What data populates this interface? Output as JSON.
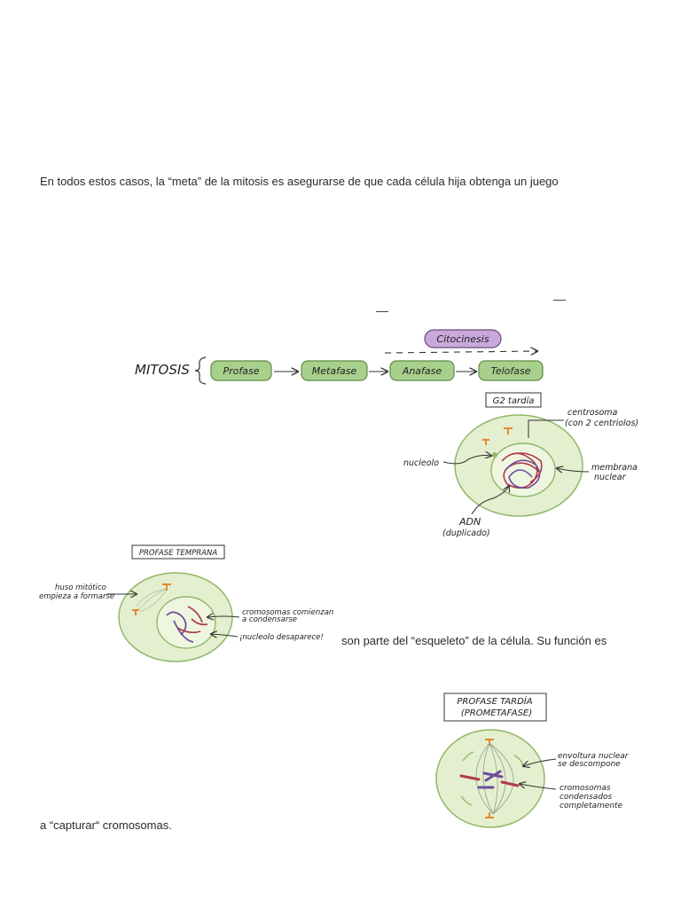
{
  "text": {
    "p1": "En todos estos casos, la “meta” de la mitosis es asegurarse de que cada célula hija obtenga un juego",
    "p2": "son parte del “esqueleto” de la célula. Su función es",
    "p3": "a “capturar“ cromosomas."
  },
  "flow": {
    "mitosis": "MITOSIS",
    "citocinesis": "Citocinesis",
    "phases": [
      "Profase",
      "Metafase",
      "Anafase",
      "Telofase"
    ]
  },
  "g2": {
    "title": "G2 tardía",
    "centrosoma_1": "centrosoma",
    "centrosoma_2": "(con 2 centriolos)",
    "nucleolo": "nucleolo",
    "membrana_1": "membrana",
    "membrana_2": "nuclear",
    "adn_1": "ADN",
    "adn_2": "(duplicado)"
  },
  "early": {
    "title": "PROFASE TEMPRANA",
    "huso_1": "huso mitótico",
    "huso_2": "empieza a formarse",
    "crom_1": "cromosomas comienzan",
    "crom_2": "a condensarse",
    "nucleolo": "¡nucleolo desaparece!"
  },
  "late": {
    "title_1": "PROFASE TARDÍA",
    "title_2": "(PROMETAFASE)",
    "env_1": "envoltura nuclear",
    "env_2": "se descompone",
    "crom_1": "cromosomas",
    "crom_2": "condensados",
    "crom_3": "completamente"
  },
  "colors": {
    "phase_fill": "#a8d08d",
    "phase_stroke": "#5e8c45",
    "cyto_fill": "#c9a9dc",
    "cyto_stroke": "#6b4a80",
    "cell_fill": "#e4efcf",
    "cell_stroke": "#8fb86a",
    "nucleus_fill": "#eef6e0",
    "centrosome": "#e08a2c",
    "dna_red": "#b03a4a",
    "dna_purple": "#6e4c9c"
  }
}
